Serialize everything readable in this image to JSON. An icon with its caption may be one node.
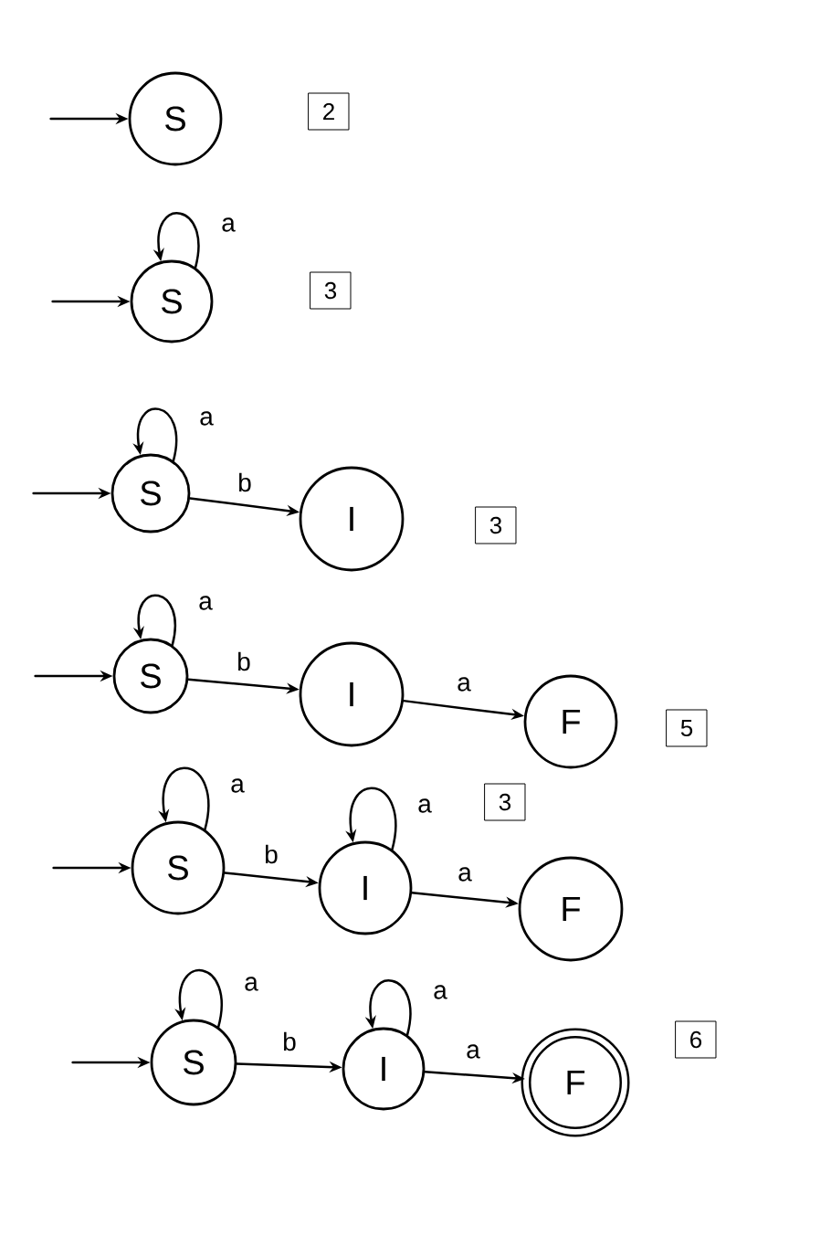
{
  "diagram": {
    "nodes": [
      {
        "text": [
          "S"
        ]
      },
      {
        "text": [
          "2"
        ]
      },
      {
        "text": [
          "S"
        ]
      },
      {
        "text": [
          "3"
        ]
      },
      {
        "text": [
          "S"
        ]
      },
      {
        "text": [
          "I"
        ]
      },
      {
        "text": [
          "3"
        ]
      },
      {
        "text": [
          "S"
        ]
      },
      {
        "text": [
          "I"
        ]
      },
      {
        "text": [
          "F"
        ]
      },
      {
        "text": [
          "5"
        ]
      },
      {
        "text": [
          "S"
        ]
      },
      {
        "text": [
          "I"
        ]
      },
      {
        "text": [
          "3"
        ]
      },
      {
        "text": [
          "F"
        ]
      },
      {
        "text": [
          "S"
        ]
      },
      {
        "text": [
          "I"
        ]
      },
      {
        "text": [
          "F"
        ]
      },
      {
        "text": [
          "6"
        ]
      }
    ],
    "edges": [
      {
        "from": null,
        "to": 0,
        "arrow": "to"
      },
      {
        "from": null,
        "to": 2,
        "arrow": "to"
      },
      {
        "from": 2,
        "to": 2,
        "label": "a",
        "arrow": "to"
      },
      {
        "from": null,
        "to": 4,
        "arrow": "to"
      },
      {
        "from": 4,
        "to": 4,
        "label": "a",
        "arrow": "to"
      },
      {
        "from": 4,
        "to": 5,
        "label": "b",
        "arrow": "to"
      },
      {
        "from": null,
        "to": 7,
        "arrow": "to"
      },
      {
        "from": 7,
        "to": 7,
        "label": "a",
        "arrow": "to"
      },
      {
        "from": 7,
        "to": 8,
        "label": "b",
        "arrow": "to"
      },
      {
        "from": 8,
        "to": 9,
        "label": "a",
        "arrow": "to"
      },
      {
        "from": null,
        "to": 11,
        "arrow": "to"
      },
      {
        "from": 11,
        "to": 11,
        "label": "a",
        "arrow": "to"
      },
      {
        "from": 11,
        "to": 12,
        "label": "b",
        "arrow": "to"
      },
      {
        "from": 12,
        "to": 12,
        "label": "a",
        "arrow": "to"
      },
      {
        "from": 12,
        "to": 14,
        "label": "a",
        "arrow": "to"
      },
      {
        "from": null,
        "to": 15,
        "arrow": "to"
      },
      {
        "from": 15,
        "to": 15,
        "label": "a",
        "arrow": "to"
      },
      {
        "from": 15,
        "to": 16,
        "label": "b",
        "arrow": "to"
      },
      {
        "from": 16,
        "to": 16,
        "label": "a",
        "arrow": "to"
      },
      {
        "from": 16,
        "to": 17,
        "label": "a",
        "arrow": "to"
      }
    ]
  }
}
